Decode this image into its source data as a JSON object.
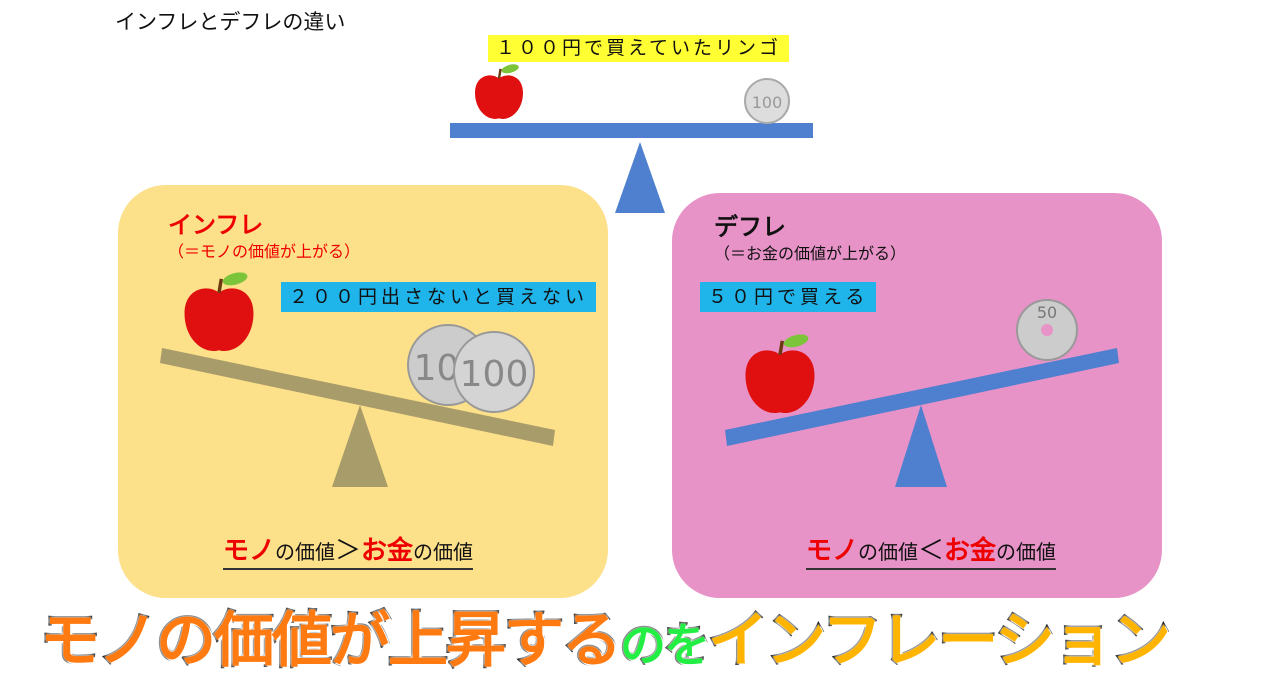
{
  "title": "インフレとデフレの違い",
  "top": {
    "label": "１００円で買えていたリンゴ",
    "coin": "100"
  },
  "inflation": {
    "heading": "インフレ",
    "subheading": "（＝モノの価値が上がる）",
    "label": "２００円出さないと買えない",
    "coins": [
      "100",
      "100"
    ],
    "comparison": {
      "left": "モノ",
      "mid1": "の価値",
      "op": "＞",
      "right": "お金",
      "mid2": "の価値"
    }
  },
  "deflation": {
    "heading": "デフレ",
    "subheading": "（＝お金の価値が上がる）",
    "label": "５０円で買える",
    "coin": "50",
    "comparison": {
      "left": "モノ",
      "mid1": "の価値",
      "op": "＜",
      "right": "お金",
      "mid2": "の価値"
    }
  },
  "caption": {
    "part1": "モノの価値が上昇する",
    "part2": "のを",
    "part3": "インフレーション"
  },
  "colors": {
    "beam_blue": "#4f7fcf",
    "beam_olive": "#a89c6a",
    "inflation_bg": "#fde08a",
    "deflation_bg": "#e793c8",
    "label_yellow": "#ffff33",
    "label_blue": "#1fb4ea"
  }
}
